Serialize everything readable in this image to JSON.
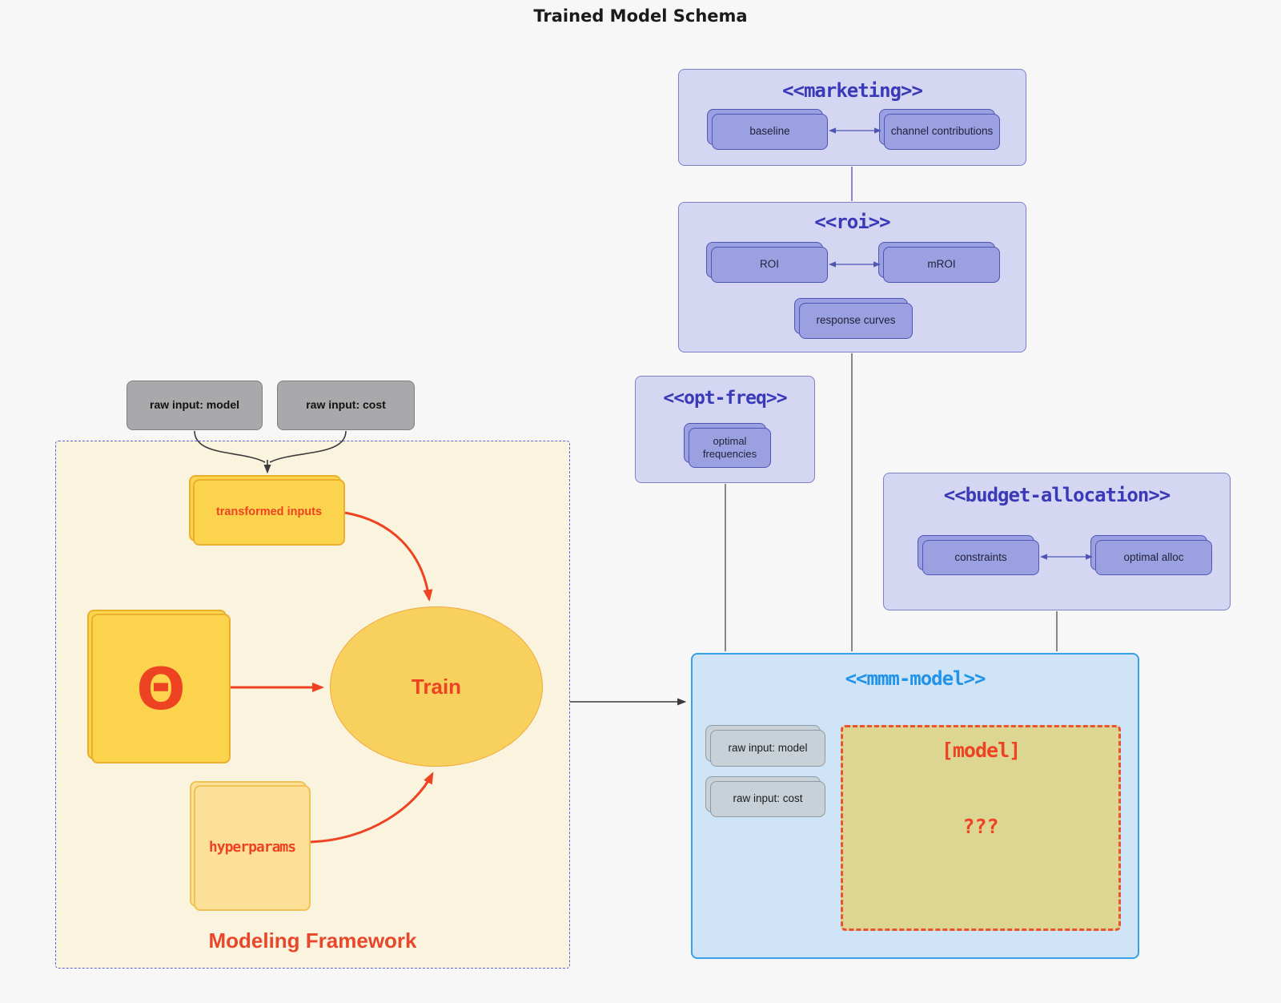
{
  "title": "Trained Model Schema",
  "marketing": {
    "title": "<<marketing>>",
    "baseline": "baseline",
    "channel_contributions": "channel contributions"
  },
  "roi": {
    "title": "<<roi>>",
    "roi": "ROI",
    "mroi": "mROI",
    "response_curves": "response curves"
  },
  "opt_freq": {
    "title": "<<opt-freq>>",
    "optimal_frequencies": "optimal frequencies"
  },
  "budget": {
    "title": "<<budget-allocation>>",
    "constraints": "constraints",
    "optimal_alloc": "optimal alloc"
  },
  "mmm": {
    "title": "<<mmm-model>>",
    "raw_input_model": "raw input: model",
    "raw_input_cost": "raw input: cost",
    "model_label": "[model]",
    "model_unknown": "???"
  },
  "framework": {
    "label": "Modeling Framework",
    "raw_input_model": "raw input: model",
    "raw_input_cost": "raw input: cost",
    "transformed_inputs": "transformed inputs",
    "theta": "Θ",
    "train": "Train",
    "hyperparams": "hyperparams"
  },
  "colors": {
    "page_bg": "#f7f7f8",
    "panel_fill": "#d5d7f2",
    "panel_border": "#7b80c8",
    "panel_title": "#3a3ab8",
    "card_fill": "#9ba0e0",
    "card_border": "#4d55b5",
    "card_text": "#22223c",
    "mmm_fill": "#cfe4f6",
    "mmm_border": "#38a0e8",
    "mmm_title": "#2293e8",
    "khaki_fill": "#ddd692",
    "red": "#ee4323",
    "gray_card_fill": "#a9a9ab",
    "gray_card_border": "#7f7f82",
    "mmm_gray_fill": "#c9d1d8",
    "mmm_gray_border": "#8f9aa2",
    "mf_fill": "#faf3de",
    "mf_border": "#5a64dc",
    "yellow_fill": "#fbd34d",
    "yellow_border": "#eaaf2d",
    "yellow_light_fill": "#fde098",
    "yellow_light_border": "#f0c254",
    "ellipse_fill": "#f8d05e",
    "ellipse_border": "#f0a93c",
    "edge_gray": "#55555c",
    "edge_purple": "#6a6ad0",
    "edge_black": "#3a3a3a"
  }
}
